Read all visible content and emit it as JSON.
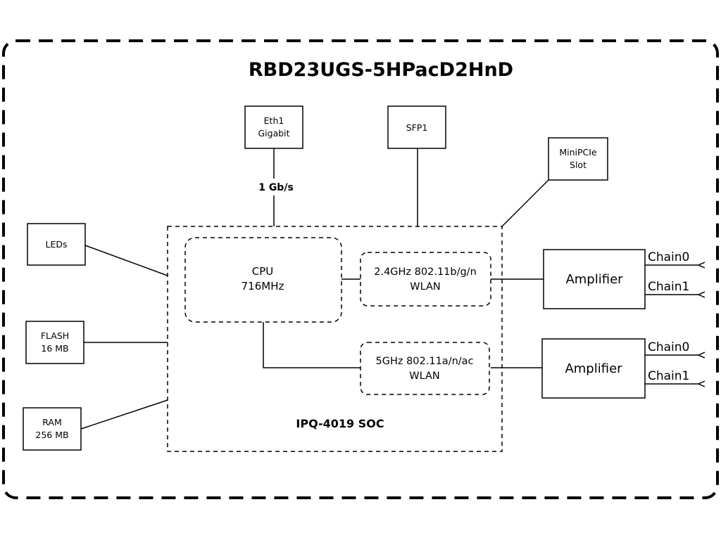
{
  "title": "RBD23UGS-5HPacD2HnD",
  "soc_label": "IPQ-4019 SOC",
  "cpu": {
    "line1": "CPU",
    "line2": "716MHz"
  },
  "wlan24": {
    "line1": "2.4GHz 802.11b/g/n",
    "line2": "WLAN"
  },
  "wlan5": {
    "line1": "5GHz 802.11a/n/ac",
    "line2": "WLAN"
  },
  "eth": {
    "line1": "Eth1",
    "line2": "Gigabit",
    "speed": "1 Gb/s"
  },
  "sfp": {
    "label": "SFP1"
  },
  "minipcie": {
    "line1": "MiniPCIe",
    "line2": "Slot"
  },
  "leds": {
    "label": "LEDs"
  },
  "flash": {
    "line1": "FLASH",
    "line2": "16 MB"
  },
  "ram": {
    "line1": "RAM",
    "line2": "256 MB"
  },
  "amp1": {
    "label": "Amplifier",
    "chain0": "Chain0",
    "chain1": "Chain1"
  },
  "amp2": {
    "label": "Amplifier",
    "chain0": "Chain0",
    "chain1": "Chain1"
  }
}
